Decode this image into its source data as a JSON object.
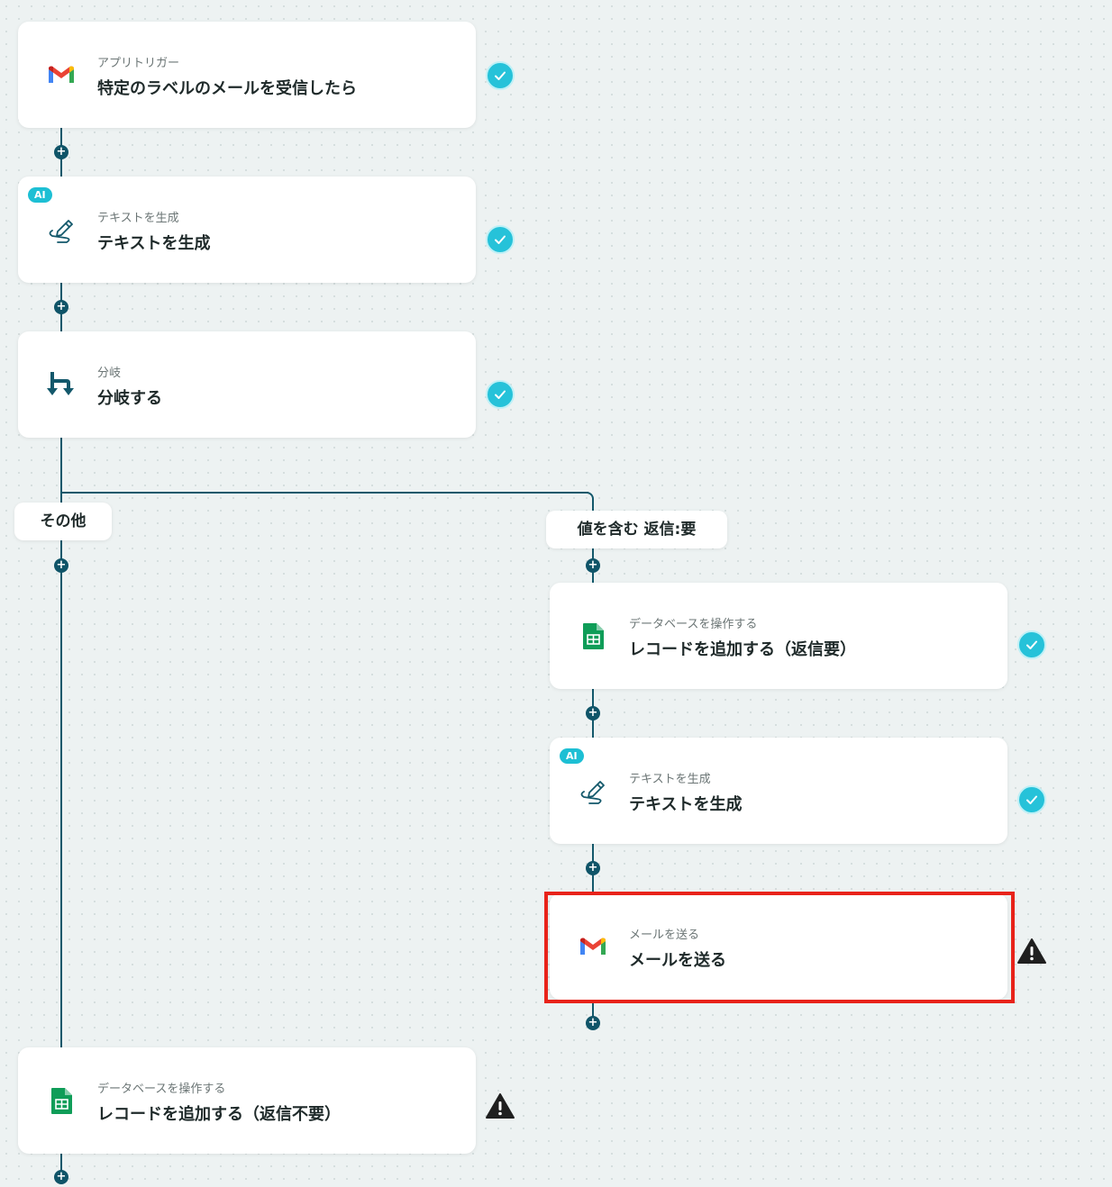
{
  "nodes": {
    "trigger": {
      "sub": "アプリトリガー",
      "title": "特定のラベルのメールを受信したら",
      "icon": "gmail-icon",
      "status": "complete"
    },
    "ai_text_1": {
      "badge": "AI",
      "sub": "テキストを生成",
      "title": "テキストを生成",
      "icon": "pen-icon",
      "status": "complete"
    },
    "branch": {
      "sub": "分岐",
      "title": "分岐する",
      "icon": "branch-icon",
      "status": "complete"
    },
    "db_reply_needed": {
      "sub": "データベースを操作する",
      "title": "レコードを追加する（返信要）",
      "icon": "google-sheets-icon",
      "status": "complete"
    },
    "ai_text_2": {
      "badge": "AI",
      "sub": "テキストを生成",
      "title": "テキストを生成",
      "icon": "pen-icon",
      "status": "complete"
    },
    "send_mail": {
      "sub": "メールを送る",
      "title": "メールを送る",
      "icon": "gmail-icon",
      "status": "warning",
      "highlighted": true
    },
    "db_reply_not_needed": {
      "sub": "データベースを操作する",
      "title": "レコードを追加する（返信不要）",
      "icon": "google-sheets-icon",
      "status": "warning"
    }
  },
  "branches": {
    "other": "その他",
    "contains": "値を含む 返信:要"
  },
  "add_step_symbol": "+",
  "colors": {
    "connector": "#13586b",
    "check": "#26c2d9",
    "warning": "#1f1f1f",
    "highlight": "#e8231a"
  }
}
